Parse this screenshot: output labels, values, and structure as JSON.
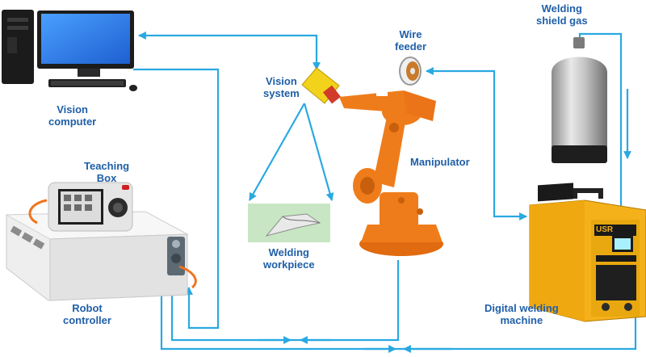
{
  "labels": {
    "vision_computer": [
      "Vision",
      "computer"
    ],
    "teaching_box": [
      "Teaching",
      "Box"
    ],
    "robot_controller": [
      "Robot",
      "controller"
    ],
    "vision_system": [
      "Vision",
      "system"
    ],
    "wire_feeder": [
      "Wire",
      "feeder"
    ],
    "welding_shield_gas": [
      "Welding",
      "shield gas"
    ],
    "manipulator": "Manipulator",
    "welding_workpiece": [
      "Welding",
      "workpiece"
    ],
    "digital_welding_machine": [
      "Digital welding",
      "machine"
    ],
    "welder_brand": "USR"
  },
  "colors": {
    "connection": "#29a9e1",
    "label": "#1f5fa8",
    "robot": "#ef7c1a",
    "welder": "#f5b11a",
    "camera": "#f2d21b",
    "monitor": "#2f7ae5"
  },
  "icons": {
    "computer": "desktop-computer-icon",
    "controller": "robot-controller-icon",
    "teach_pendant": "teach-pendant-icon",
    "robot_arm": "industrial-robot-icon",
    "gas_cylinder": "gas-cylinder-icon",
    "welder": "welding-machine-icon",
    "camera": "vision-camera-icon",
    "wire_spool": "wire-spool-icon"
  }
}
